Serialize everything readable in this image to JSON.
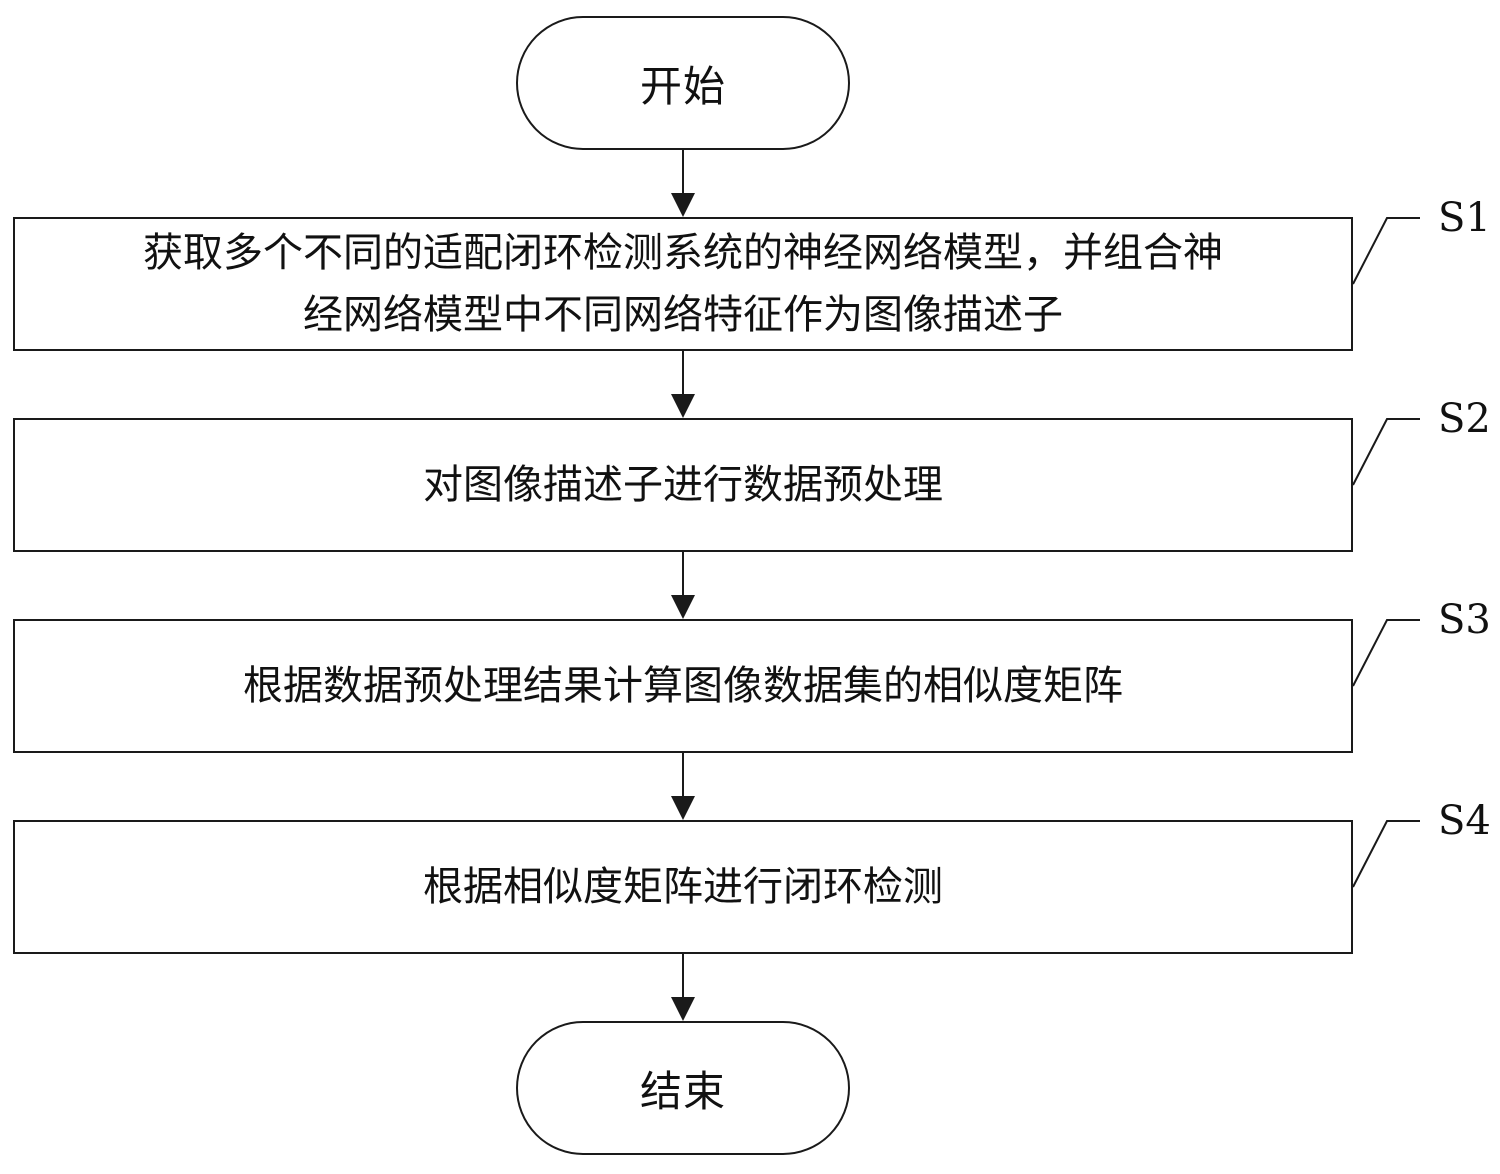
{
  "start": {
    "label": "开始"
  },
  "end": {
    "label": "结束"
  },
  "steps": [
    {
      "id": "S1",
      "lines": [
        "获取多个不同的适配闭环检测系统的神经网络模型，并组合神",
        "经网络模型中不同网络特征作为图像描述子"
      ]
    },
    {
      "id": "S2",
      "lines": [
        "对图像描述子进行数据预处理"
      ]
    },
    {
      "id": "S3",
      "lines": [
        "根据数据预处理结果计算图像数据集的相似度矩阵"
      ]
    },
    {
      "id": "S4",
      "lines": [
        "根据相似度矩阵进行闭环检测"
      ]
    }
  ],
  "colors": {
    "stroke": "#1a1a1a",
    "text": "#111111",
    "background": "#ffffff"
  }
}
